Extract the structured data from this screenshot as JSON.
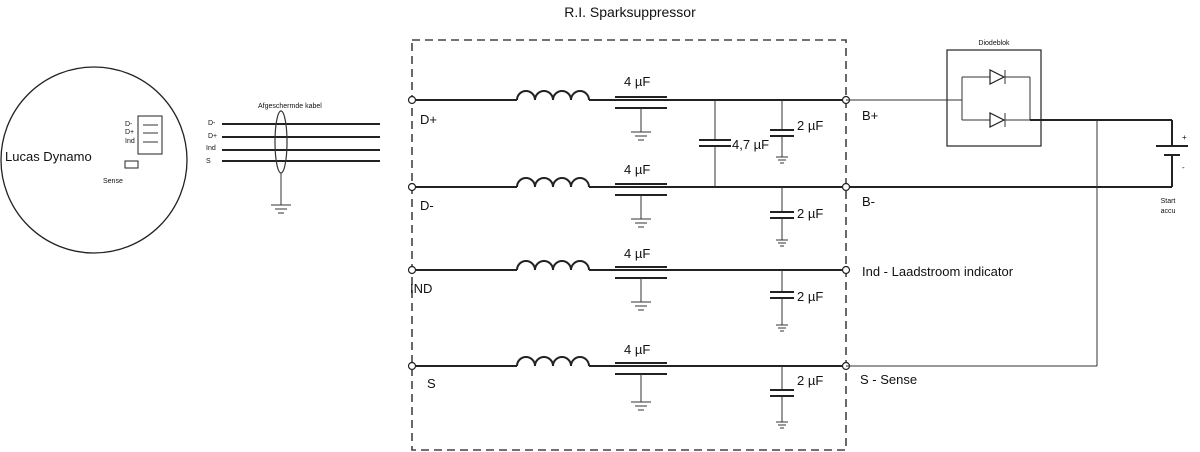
{
  "title": "R.I.  Sparksuppressor",
  "dynamo": {
    "label": "Lucas Dynamo",
    "terminals": [
      "D-",
      "D+",
      "Ind",
      "S"
    ],
    "sense_label": "Sense"
  },
  "cable": {
    "label": "Afgeschermde kabel"
  },
  "left_labels": [
    "D+",
    "D-",
    "IND",
    "S"
  ],
  "inductor_capacitor_labels": [
    "4 µF",
    "4 µF",
    "4 µF",
    "4 µF"
  ],
  "shunt_capacitor_labels": [
    "2 µF",
    "2 µF",
    "2 µF",
    "2 µF"
  ],
  "bridge_capacitor_label": "4,7 µF",
  "right_labels": [
    "B+",
    "B-",
    "Ind  - Laadstroom indicator",
    "S  - Sense"
  ],
  "diode_block": {
    "label": "Diodeblok"
  },
  "battery": {
    "label_line1": "Start",
    "label_line2": "accu",
    "plus": "+",
    "minus": "-"
  }
}
